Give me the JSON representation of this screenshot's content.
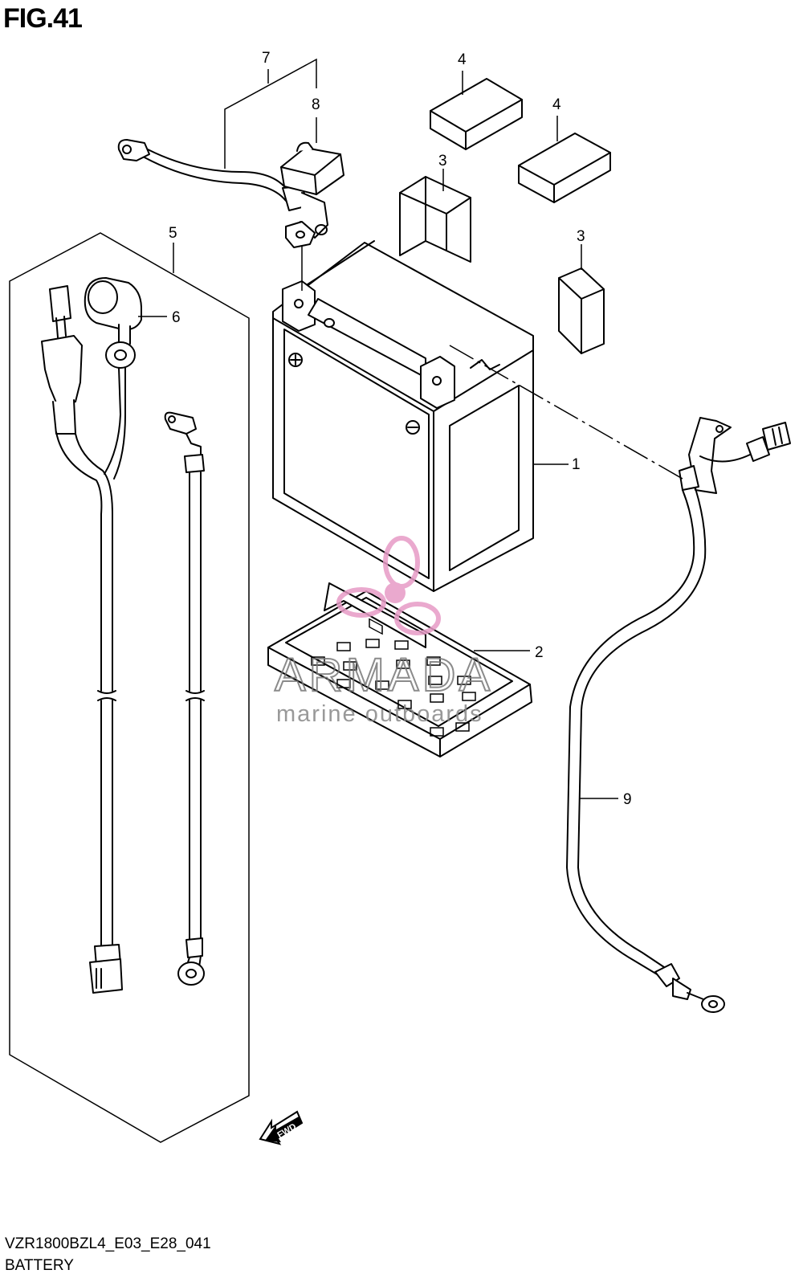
{
  "figure": {
    "title": "FIG.41",
    "code": "VZR1800BZL4_E03_E28_041",
    "name": "BATTERY"
  },
  "callouts": {
    "c1": "1",
    "c2": "2",
    "c3a": "3",
    "c3b": "3",
    "c4a": "4",
    "c4b": "4",
    "c5": "5",
    "c6": "6",
    "c7": "7",
    "c8": "8",
    "c9": "9"
  },
  "fwd_label": "FWD",
  "watermark": {
    "brand": "ARMADA",
    "tagline": "marine outboards",
    "color": "#e79bc6"
  }
}
